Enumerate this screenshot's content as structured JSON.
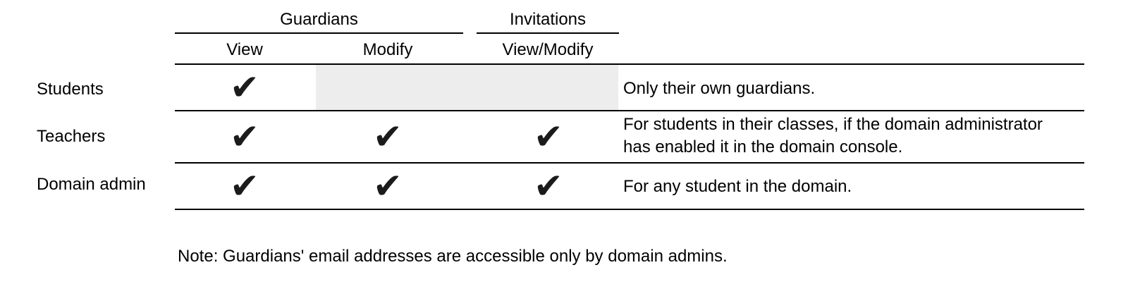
{
  "table": {
    "group_headers": [
      {
        "label": "Guardians"
      },
      {
        "label": "Invitations"
      }
    ],
    "col_headers": [
      "View",
      "Modify",
      "View/Modify"
    ],
    "check_glyph_name": "heavy-check-mark",
    "rows": [
      {
        "label": "Students",
        "checks": [
          "✔",
          "",
          ""
        ],
        "note_lines": [
          "Only their own guardians."
        ]
      },
      {
        "label": "Teachers",
        "checks": [
          "✔",
          "✔",
          "✔"
        ],
        "note_lines": [
          "For students in their classes, if the domain administrator",
          "has enabled it in the domain console."
        ]
      },
      {
        "label": "Domain admin",
        "checks": [
          "✔",
          "✔",
          "✔"
        ],
        "note_lines": [
          "For any student in the domain."
        ]
      }
    ]
  },
  "footnote": "Note: Guardians' email addresses are accessible only by domain admins.",
  "colors": {
    "text": "#000000",
    "line": "#000000",
    "disabled_cell": "#ededed",
    "check": "#1b1b1b"
  }
}
